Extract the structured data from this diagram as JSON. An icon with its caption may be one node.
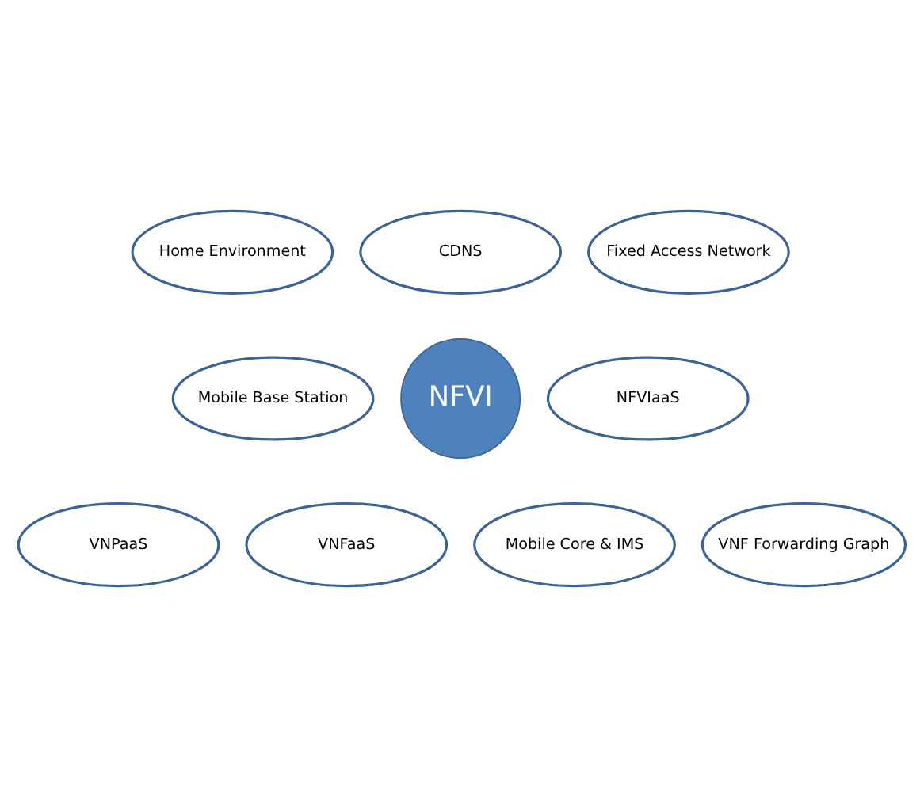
{
  "diagram": {
    "nodes": [
      {
        "text": [
          "Home Environment"
        ]
      },
      {
        "text": [
          "CDNS"
        ]
      },
      {
        "text": [
          "Fixed Access Network"
        ]
      },
      {
        "text": [
          "Mobile Base Station"
        ]
      },
      {
        "text": [
          "NFVI"
        ]
      },
      {
        "text": [
          "NFVIaaS"
        ]
      },
      {
        "text": [
          "Mobile Core & IMS"
        ]
      },
      {
        "text": [
          "VNF Forwarding Graph"
        ]
      },
      {
        "text": [
          "VNPaaS"
        ]
      },
      {
        "text": [
          "VNFaaS"
        ]
      }
    ]
  }
}
